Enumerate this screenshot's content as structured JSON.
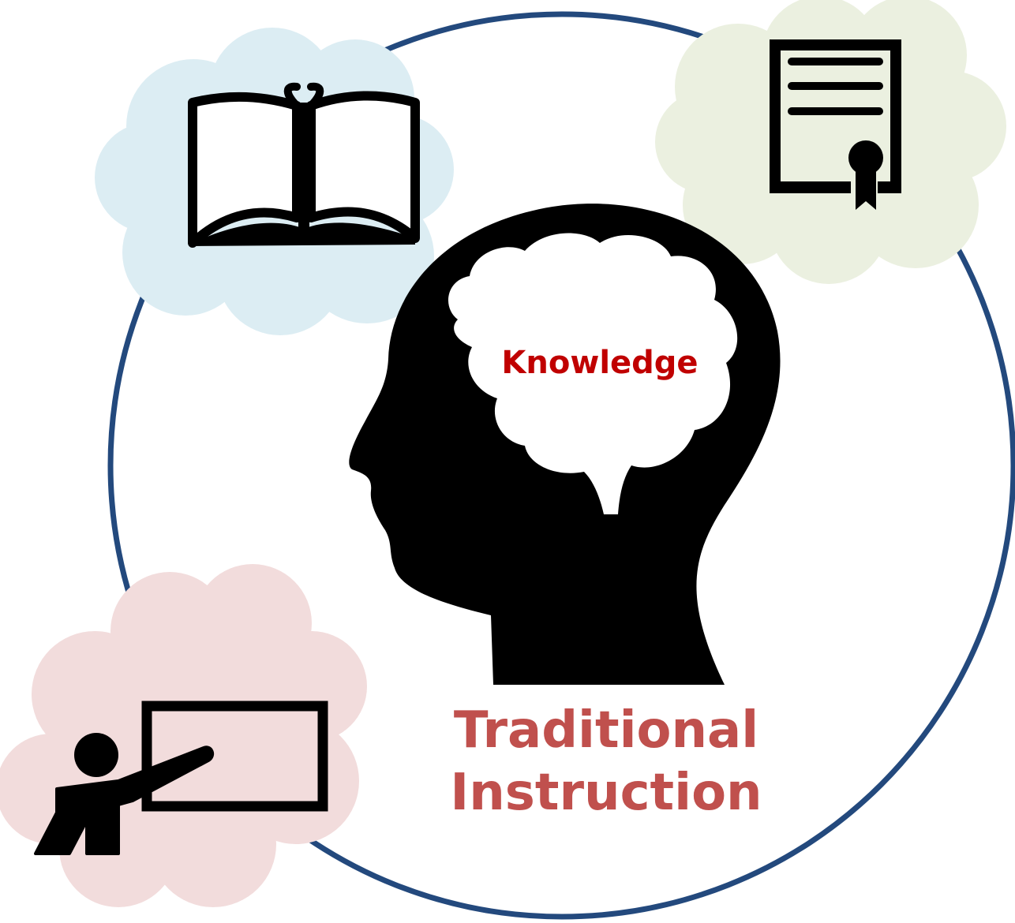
{
  "diagram": {
    "brain_label": "Knowledge",
    "title_line1": "Traditional",
    "title_line2": "Instruction"
  },
  "colors": {
    "ring": "#23497d",
    "brain_label": "#c00000",
    "title": "#c0504d",
    "book_cloud": "#dcedf3",
    "certificate_cloud": "#ebf0e0",
    "teacher_cloud": "#f2dcdc",
    "icon": "#000000"
  },
  "icons": {
    "center": "head-brain-icon",
    "book": "open-book-icon",
    "certificate": "certificate-icon",
    "teacher": "teacher-at-board-icon"
  }
}
